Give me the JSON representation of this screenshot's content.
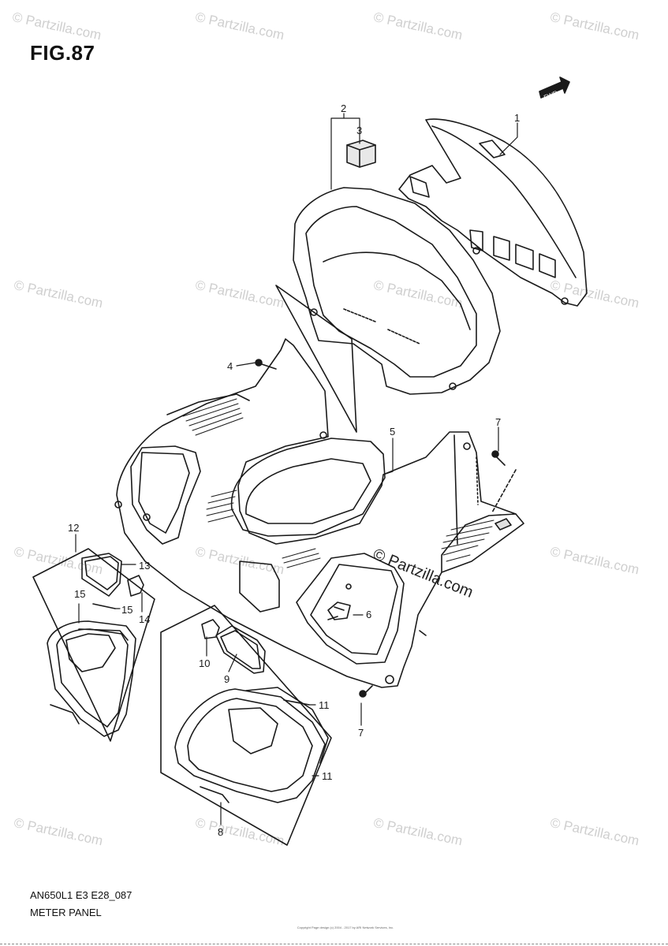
{
  "figure": {
    "title": "FIG.87",
    "code": "AN650L1 E3 E28_087",
    "name": "METER PANEL",
    "fwd_label": "FWD",
    "copyright": "Copyright\nPage design (c) 2004 - 2017 by ARI Network Services, Inc."
  },
  "watermark": {
    "text": "© Partzilla.com",
    "feature_text": "© Partzilla.com"
  },
  "callouts": [
    "1",
    "2",
    "3",
    "4",
    "5",
    "6",
    "7",
    "7",
    "8",
    "9",
    "10",
    "11",
    "11",
    "12",
    "13",
    "14",
    "15",
    "15"
  ],
  "colors": {
    "line": "#1a1a1a",
    "watermark": "#cfcfcf"
  }
}
